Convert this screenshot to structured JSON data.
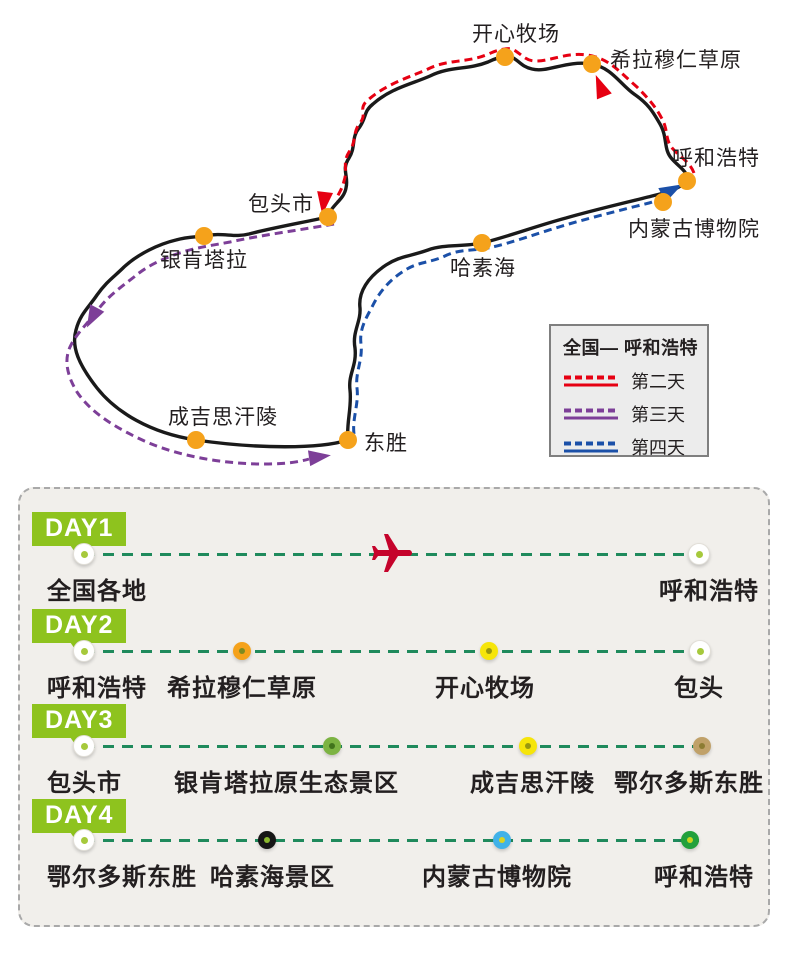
{
  "map": {
    "route_colors": {
      "base": "#1a1a1a",
      "day2": "#e60012",
      "day3": "#7d3f98",
      "day4": "#1b50a8"
    },
    "city_dot_color": "#f5a21b",
    "cities": [
      {
        "name": "开心牧场"
      },
      {
        "name": "希拉穆仁草原"
      },
      {
        "name": "呼和浩特"
      },
      {
        "name": "内蒙古博物院"
      },
      {
        "name": "包头市"
      },
      {
        "name": "银肯塔拉"
      },
      {
        "name": "哈素海"
      },
      {
        "name": "成吉思汗陵"
      },
      {
        "name": "东胜"
      }
    ],
    "legend": {
      "title": "全国— 呼和浩特",
      "items": [
        {
          "label": "第二天",
          "color": "#e60012"
        },
        {
          "label": "第三天",
          "color": "#7d3f98"
        },
        {
          "label": "第四天",
          "color": "#1b50a8"
        }
      ]
    }
  },
  "itinerary": {
    "connector_color": "#1f8a5c",
    "badge_color": "#8ec31e",
    "plane_color": "#c5032b",
    "days": [
      {
        "badge": "DAY1",
        "stops": [
          {
            "name": "全国各地",
            "dot": "#ffffff",
            "dot_center": "#a6c93c"
          },
          {
            "name": "呼和浩特",
            "dot": "#ffffff",
            "dot_center": "#a6c93c"
          }
        ]
      },
      {
        "badge": "DAY2",
        "stops": [
          {
            "name": "呼和浩特",
            "dot": "#ffffff",
            "dot_center": "#a6c93c"
          },
          {
            "name": "希拉穆仁草原",
            "dot": "#f5a21b",
            "dot_center": "#7d8b21"
          },
          {
            "name": "开心牧场",
            "dot": "#f6e50a",
            "dot_center": "#98980f"
          },
          {
            "name": "包头",
            "dot": "#ffffff",
            "dot_center": "#a6c93c"
          }
        ]
      },
      {
        "badge": "DAY3",
        "stops": [
          {
            "name": "包头市",
            "dot": "#ffffff",
            "dot_center": "#a6c93c"
          },
          {
            "name": "银肯塔拉原生态景区",
            "dot": "#7cb342",
            "dot_center": "#41731c"
          },
          {
            "name": "成吉思汗陵",
            "dot": "#f6e50a",
            "dot_center": "#98980f"
          },
          {
            "name": "鄂尔多斯东胜",
            "dot": "#c0a169",
            "dot_center": "#8c7c33"
          }
        ]
      },
      {
        "badge": "DAY4",
        "stops": [
          {
            "name": "鄂尔多斯东胜",
            "dot": "#ffffff",
            "dot_center": "#a6c93c"
          },
          {
            "name": "哈素海景区",
            "dot": "#161616",
            "dot_center": "#8ab82e"
          },
          {
            "name": "内蒙古博物院",
            "dot": "#41b2e8",
            "dot_center": "#d9d323"
          },
          {
            "name": "呼和浩特",
            "dot": "#22a03c",
            "dot_center": "#c8d41f"
          }
        ]
      }
    ]
  }
}
